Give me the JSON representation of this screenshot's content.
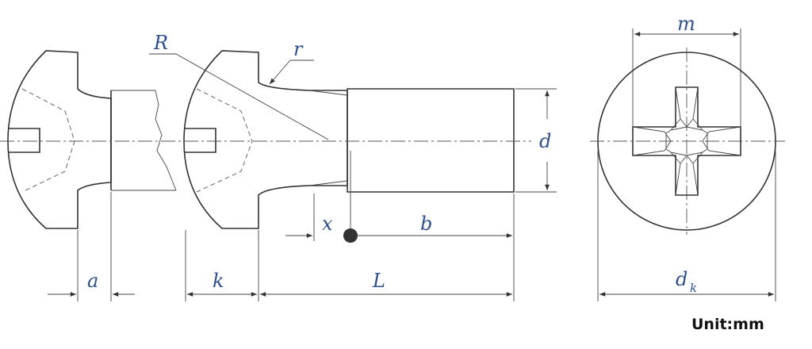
{
  "labels": {
    "R": "R",
    "r": "r",
    "m": "m",
    "d": "d",
    "x": "x",
    "b": "b",
    "a": "a",
    "k": "k",
    "L": "L",
    "dk_main": "d",
    "dk_sub": "k"
  },
  "unit_text": "Unit:mm",
  "colors": {
    "label": "#2e4f8c",
    "line": "#333333"
  }
}
